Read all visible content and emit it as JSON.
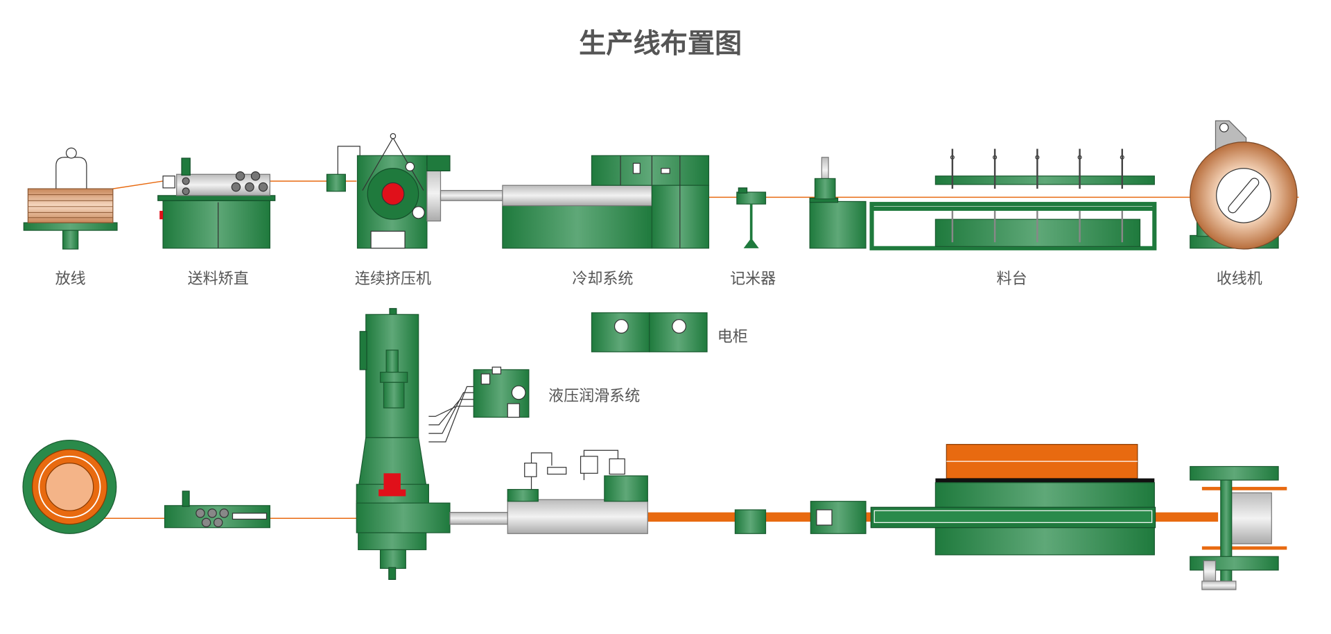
{
  "title": "生产线布置图",
  "top_row_labels": [
    "放线",
    "送料矫直",
    "连续挤压机",
    "冷却系统",
    "记米器",
    "料台",
    "收线机"
  ],
  "annotations": {
    "cabinet": "电柜",
    "hydraulic": "液压润滑系统"
  },
  "colors": {
    "machine_green": "#2a8a4a",
    "wire_orange": "#e86a10",
    "copper": "#c8875a",
    "red": "#e0101a"
  }
}
